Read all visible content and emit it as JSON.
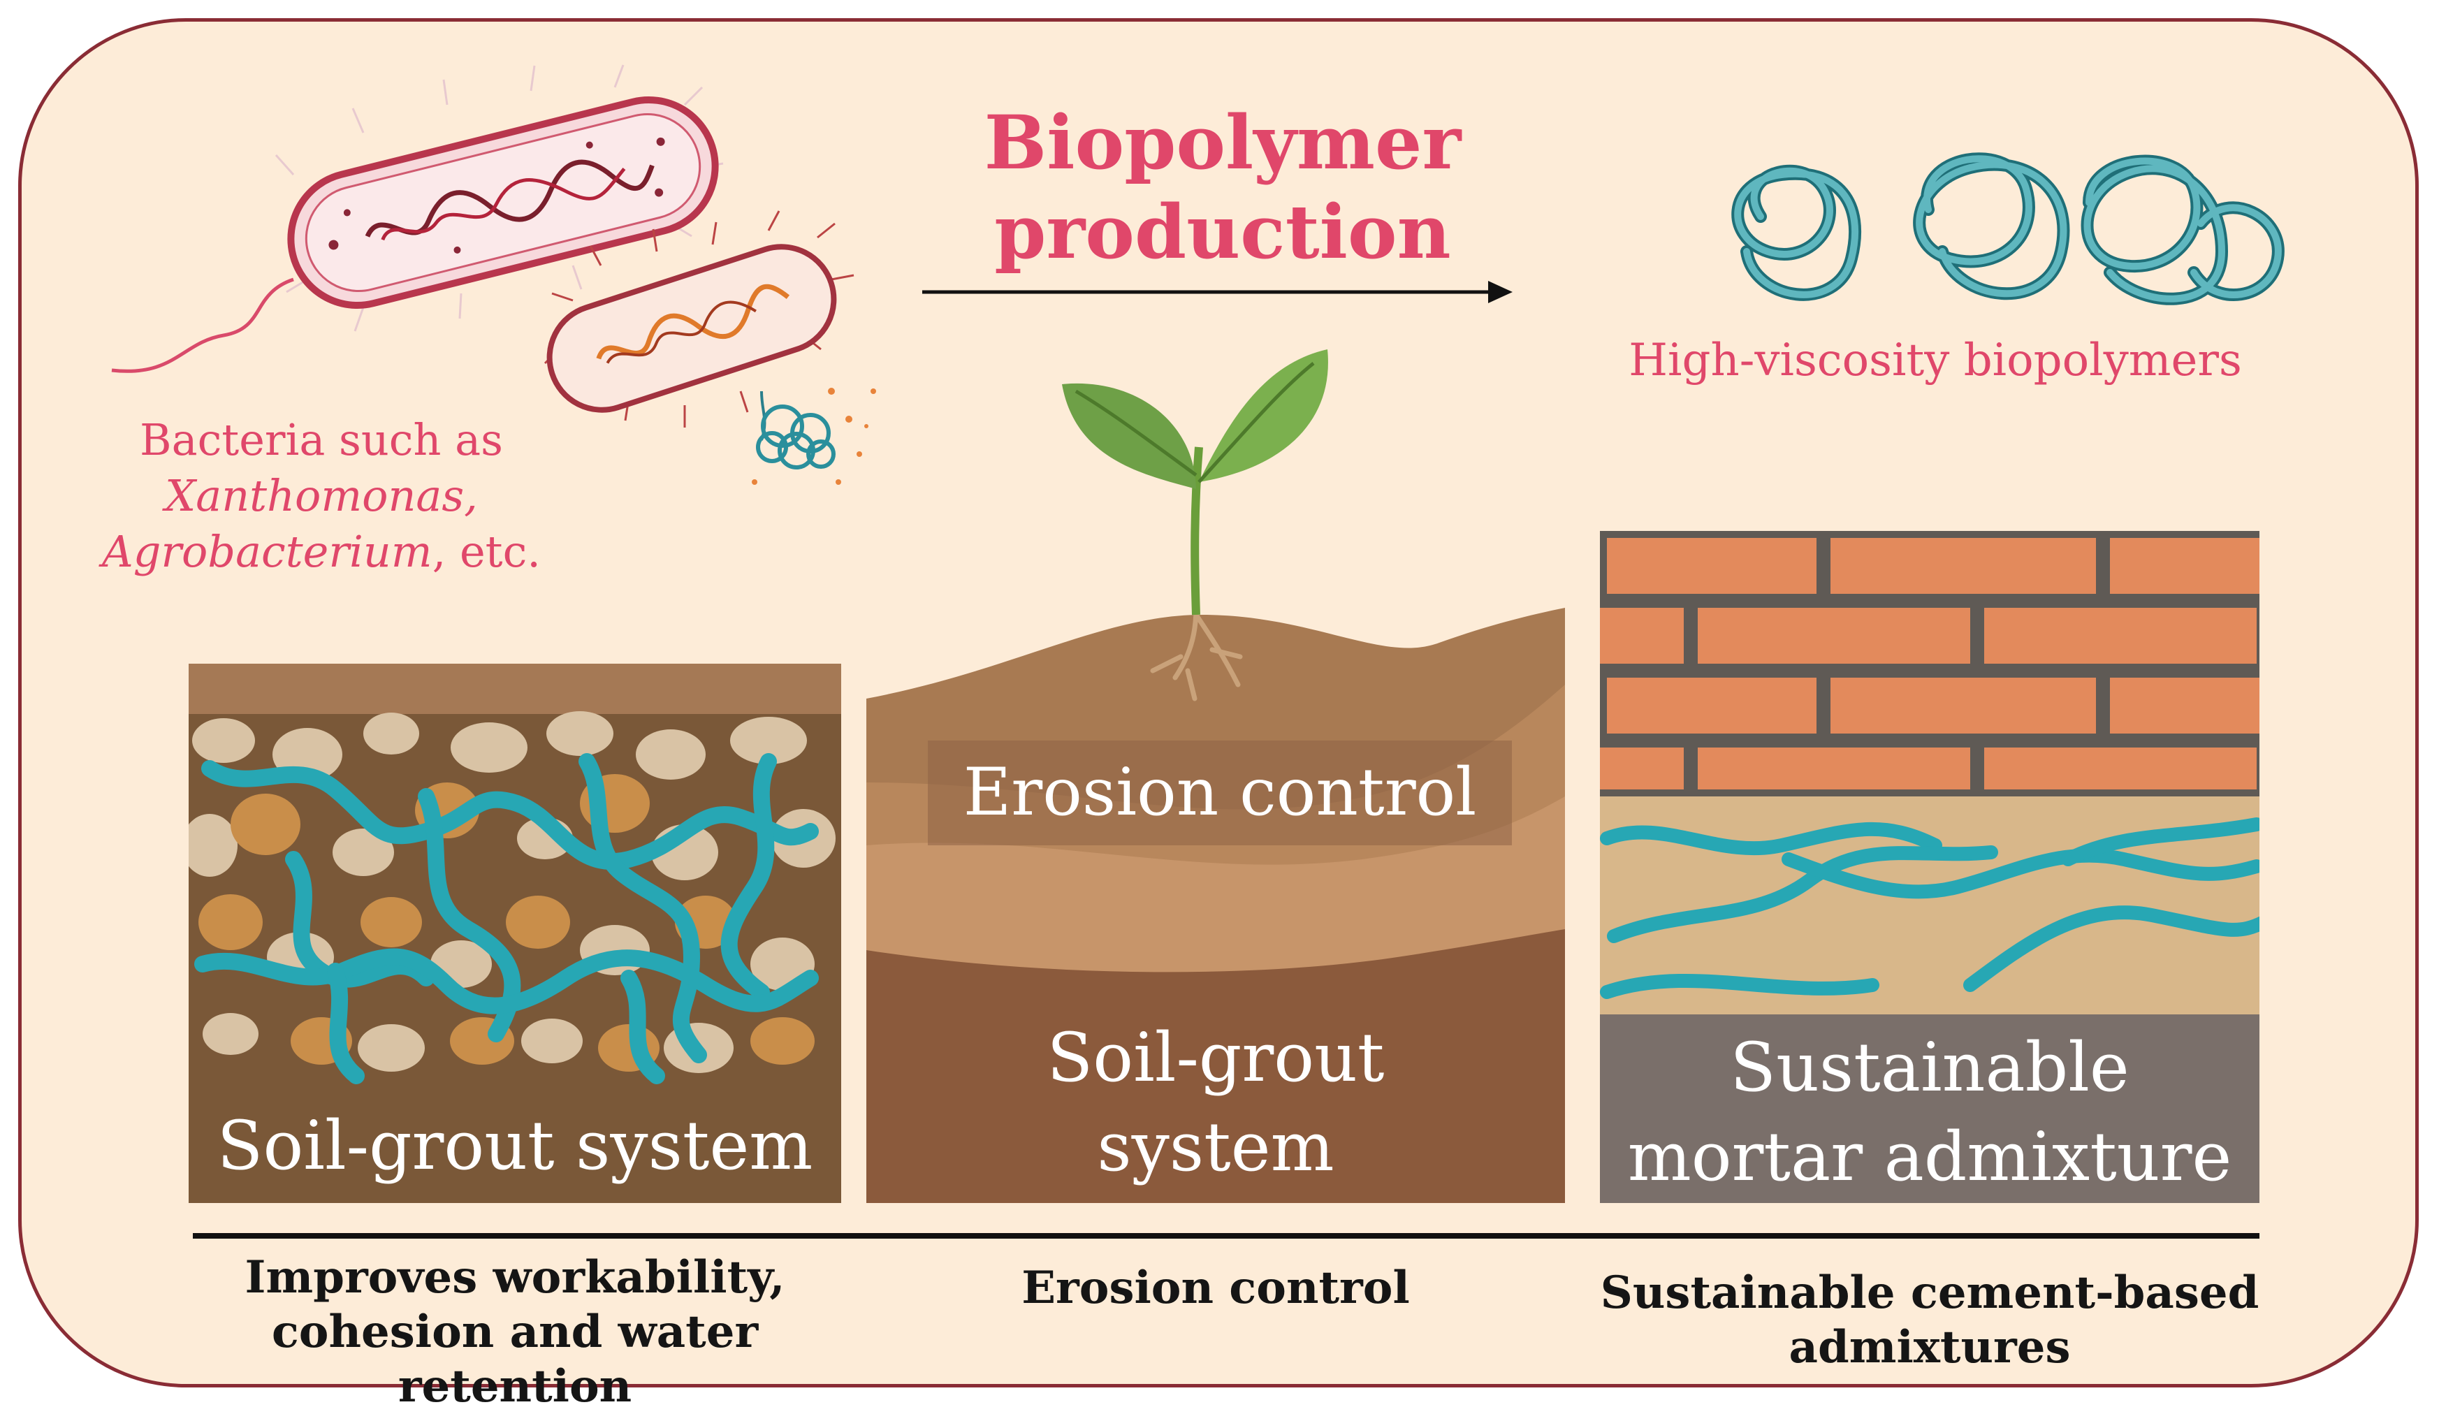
{
  "header": {
    "title": "Biopolymer production"
  },
  "source": {
    "line1": "Bacteria such as",
    "line2": "Xanthomonas,",
    "line3_italic": "Agrobacterium",
    "line3_rest": ", etc."
  },
  "product": {
    "label": "High-viscosity biopolymers"
  },
  "panels": [
    {
      "label": "Soil-grout system",
      "caption": "Improves workability,\ncohesion and water retention"
    },
    {
      "overlay": "Erosion control",
      "label": "Soil-grout\nsystem",
      "caption": "Erosion control"
    },
    {
      "label": "Sustainable\nmortar admixture",
      "caption": "Sustainable cement-based\nadmixtures"
    }
  ],
  "colors": {
    "panel_bg": "#fdecd8",
    "border": "#8a2c35",
    "accent_pink": "#e0476a",
    "biopolymer_teal": "#2aa6b3",
    "soil_brown": "#8b5a3c",
    "brick": "#e38a5c"
  }
}
